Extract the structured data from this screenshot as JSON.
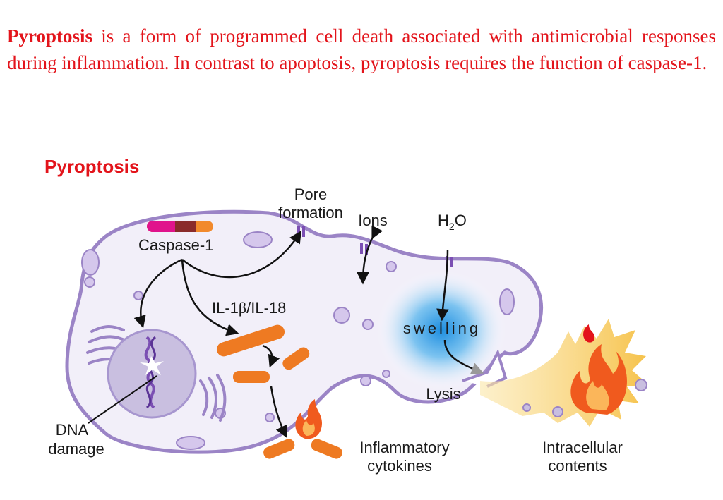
{
  "intro": {
    "term": "Pyroptosis",
    "rest": " is a form of programmed cell death associated with antimicrobial responses during inflammation. In contrast to apoptosis, pyroptosis requires the function of caspase-1."
  },
  "diagram": {
    "title": "Pyroptosis",
    "caspase_label": "Caspase-1",
    "pore_label_line1": "Pore",
    "pore_label_line2": "formation",
    "ions_label": "Ions",
    "water_label_h": "H",
    "water_label_sub": "2",
    "water_label_o": "O",
    "il_label_a": "IL-1",
    "il_label_beta": "β",
    "il_label_b": "/IL-18",
    "swelling_label": "swelling",
    "lysis_label": "Lysis",
    "dna_label_line1": "DNA",
    "dna_label_line2": "damage",
    "cytokines_label_line1": "Inflammatory",
    "cytokines_label_line2": "cytokines",
    "contents_label_line1": "Intracellular",
    "contents_label_line2": "contents"
  },
  "colors": {
    "title_red": "#e3141b",
    "membrane": "#9b84c6",
    "cytokine_orange": "#ee7a22",
    "swelling_blue": "#2f9ee6",
    "flame_orange": "#f05a1e",
    "contents_yellow": "#f6cf6a"
  }
}
